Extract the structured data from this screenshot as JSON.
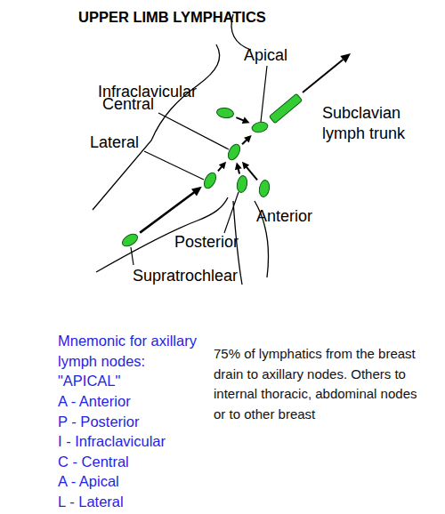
{
  "diagram": {
    "title": "UPPER LIMB LYMPHATICS",
    "nodes": [
      {
        "text": [
          "Apical"
        ]
      },
      {
        "text": [
          "Infraclavicular"
        ]
      },
      {
        "text": [
          "Subclavian lymph trunk"
        ]
      },
      {
        "text": [
          "Central"
        ]
      },
      {
        "text": [
          "Lateral"
        ]
      },
      {
        "text": [
          "Anterior"
        ]
      },
      {
        "text": [
          "Posterior"
        ]
      },
      {
        "text": [
          "Supratrochlear"
        ]
      }
    ],
    "edges": [
      {
        "from": 1,
        "to": 0,
        "arrow": "to"
      },
      {
        "from": 3,
        "to": 0,
        "arrow": "to"
      },
      {
        "from": 4,
        "to": 3,
        "arrow": "to"
      },
      {
        "from": 6,
        "to": 3,
        "arrow": "to"
      },
      {
        "from": 5,
        "to": 3,
        "arrow": "to"
      },
      {
        "from": 7,
        "to": 4,
        "arrow": "to"
      }
    ],
    "labels": [
      "Mnemonic for axillary lymph nodes:",
      "\"APICAL\"",
      "A - Anterior",
      "P - Posterior",
      "I - Infraclavicular",
      "C - Central",
      "A - Apical",
      "L - Lateral",
      "75% of lymphatics from the breast drain to axillary nodes. Others to internal thoracic, abdominal nodes or to other breast"
    ]
  }
}
